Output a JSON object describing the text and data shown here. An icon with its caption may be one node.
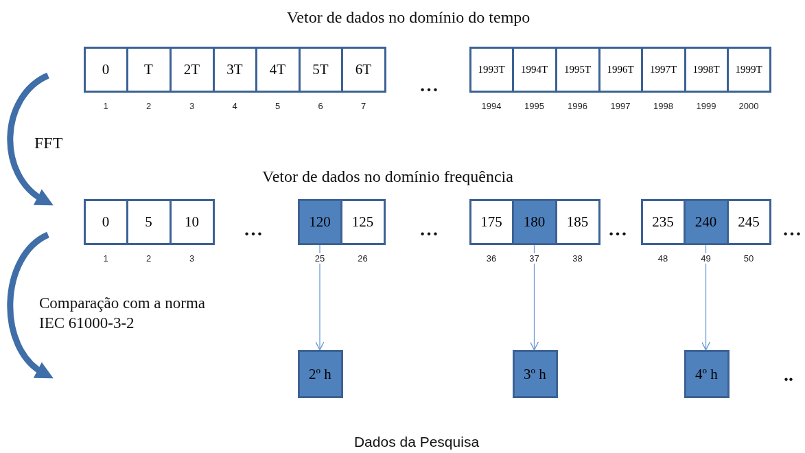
{
  "diagram": {
    "caption": "Dados da Pesquisa",
    "nodes": [
      {
        "text": [
          "0"
        ],
        "beside": [
          "1"
        ]
      },
      {
        "text": [
          "T"
        ],
        "beside": [
          "2"
        ]
      },
      {
        "text": [
          "2T"
        ],
        "beside": [
          "3"
        ]
      },
      {
        "text": [
          "3T"
        ],
        "beside": [
          "4"
        ]
      },
      {
        "text": [
          "4T"
        ],
        "beside": [
          "5"
        ]
      },
      {
        "text": [
          "5T"
        ],
        "beside": [
          "6"
        ]
      },
      {
        "text": [
          "6T"
        ],
        "beside": [
          "7"
        ]
      },
      {
        "text": [
          "1993T"
        ],
        "beside": [
          "1994"
        ]
      },
      {
        "text": [
          "1994T"
        ],
        "beside": [
          "1995"
        ]
      },
      {
        "text": [
          "1995T"
        ],
        "beside": [
          "1996"
        ]
      },
      {
        "text": [
          "1996T"
        ],
        "beside": [
          "1997"
        ]
      },
      {
        "text": [
          "1997T"
        ],
        "beside": [
          "1998"
        ]
      },
      {
        "text": [
          "1998T"
        ],
        "beside": [
          "1999"
        ]
      },
      {
        "text": [
          "1999T"
        ],
        "beside": [
          "2000"
        ]
      },
      {
        "text": [
          "0"
        ],
        "beside": [
          "1"
        ]
      },
      {
        "text": [
          "5"
        ],
        "beside": [
          "2"
        ]
      },
      {
        "text": [
          "10"
        ],
        "beside": [
          "3"
        ]
      },
      {
        "text": [
          "120"
        ],
        "beside": [
          "25"
        ]
      },
      {
        "text": [
          "125"
        ],
        "beside": [
          "26"
        ]
      },
      {
        "text": [
          "175"
        ],
        "beside": [
          "36"
        ]
      },
      {
        "text": [
          "180"
        ],
        "beside": [
          "37"
        ]
      },
      {
        "text": [
          "185"
        ],
        "beside": [
          "38"
        ]
      },
      {
        "text": [
          "235"
        ],
        "beside": [
          "48"
        ]
      },
      {
        "text": [
          "240"
        ],
        "beside": [
          "49"
        ]
      },
      {
        "text": [
          "245"
        ],
        "beside": [
          "50"
        ]
      },
      {
        "text": [
          "2º h"
        ]
      },
      {
        "text": [
          "3º h"
        ]
      },
      {
        "text": [
          "4º h"
        ]
      }
    ],
    "edges": [
      {
        "from": 17,
        "to": 25,
        "arrow": "to"
      },
      {
        "from": 20,
        "to": 26,
        "arrow": "to"
      },
      {
        "from": 23,
        "to": 27,
        "arrow": "to"
      }
    ],
    "labels": [
      "Vetor de dados no domínio do tempo",
      "…",
      "FFT",
      "Vetor de dados no domínio frequência",
      "…",
      "…",
      "…",
      "…",
      "Comparação com a norma IEC 61000-3-2",
      ".."
    ]
  }
}
